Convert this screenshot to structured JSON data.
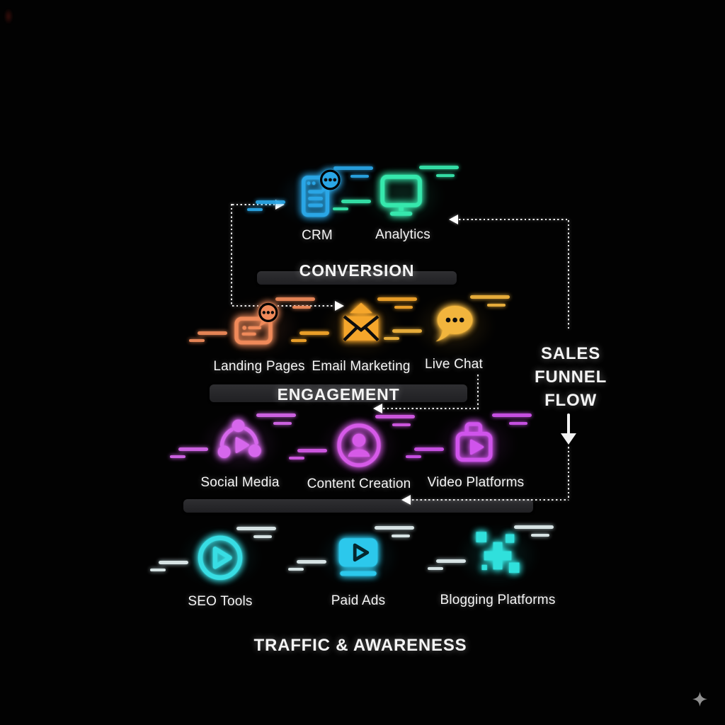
{
  "side_flow": {
    "line1": "SALES",
    "line2": "FUNNEL",
    "line3": "FLOW"
  },
  "stages": {
    "conversion": {
      "label": "CONVERSION"
    },
    "engagement": {
      "label": "ENGAGEMENT"
    },
    "traffic": {
      "label": "TRAFFIC & AWARENESS"
    }
  },
  "nodes": [
    {
      "label": "CRM",
      "color": "#2aa6e6",
      "icon": "crm-document-chat-icon"
    },
    {
      "label": "Analytics",
      "color": "#36e8ad",
      "icon": "analytics-monitor-icon"
    },
    {
      "label": "Landing Pages",
      "color": "#f08a5a",
      "icon": "landing-page-chat-icon"
    },
    {
      "label": "Email Marketing",
      "color": "#f5a62b",
      "icon": "email-envelope-icon"
    },
    {
      "label": "Live Chat",
      "color": "#f2b53d",
      "icon": "chat-bubble-icon"
    },
    {
      "label": "Social Media",
      "color": "#d667ec",
      "icon": "share-network-play-icon"
    },
    {
      "label": "Content Creation",
      "color": "#d65ae8",
      "icon": "user-circle-icon"
    },
    {
      "label": "Video Platforms",
      "color": "#d054ec",
      "icon": "camera-play-icon"
    },
    {
      "label": "SEO Tools",
      "color": "#38dde4",
      "icon": "play-circle-icon"
    },
    {
      "label": "Paid Ads",
      "color": "#2cc8ec",
      "icon": "video-player-icon"
    },
    {
      "label": "Blogging Platforms",
      "color": "#30e0dc",
      "icon": "pixel-blocks-icon"
    }
  ],
  "decorations": {
    "arrow_color": "#f0f0f0",
    "bar_color": "#28282b",
    "sparkle_color": "#8f8f8f",
    "corner_smudge_color": "#40100c"
  }
}
